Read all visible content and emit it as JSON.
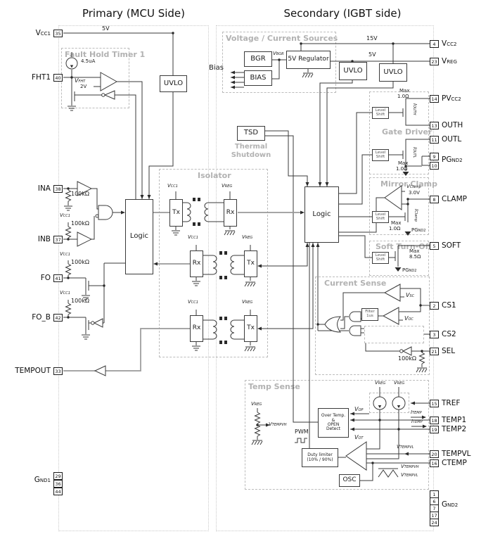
{
  "titles": {
    "primary": "Primary (MCU Side)",
    "secondary": "Secondary (IGBT side)"
  },
  "sections": {
    "fault_hold_timer": "Fault Hold Timer 1",
    "voltage_current_sources": "Voltage / Current Sources",
    "isolator": "Isolator",
    "gate_driver": "Gate Driver",
    "mirror_clamp": "Mirror Clamp",
    "soft_turn_off": "Soft Turn-Off",
    "current_sense": "Current Sense",
    "temp_sense": "Temp Sense",
    "thermal_shutdown": [
      "Thermal",
      "Shutdown"
    ]
  },
  "blocks": {
    "uvlo": "UVLO",
    "logic": "Logic",
    "bgr": "BGR",
    "bias": "BIAS",
    "regulator": "5V Regulator",
    "tsd": "TSD",
    "tx": "Tx",
    "rx": "Rx",
    "level_shift": [
      "Level",
      "Shift"
    ],
    "filter": [
      "Filter",
      "1us"
    ],
    "over_temp": [
      "Over Temp.",
      "&",
      "OPEN",
      "Detect"
    ],
    "duty_limiter": [
      "Duty limiter",
      "(10% / 90%)"
    ],
    "osc": "OSC"
  },
  "pins": {
    "vcc1": {
      "num": "35",
      "p": "V",
      "s": "CC1"
    },
    "fht1": {
      "num": "40",
      "p": "FHT1"
    },
    "ina": {
      "num": "38",
      "p": "INA"
    },
    "inb": {
      "num": "37",
      "p": "INB"
    },
    "fo": {
      "num": "41",
      "p": "FO"
    },
    "fo_b": {
      "num": "42",
      "p": "FO_B"
    },
    "tempout": {
      "num": "33",
      "p": "TEMPOUT"
    },
    "gnd1": {
      "nums": [
        "29",
        "36",
        "44"
      ],
      "p": "G",
      "s": "ND1"
    },
    "vcc2": {
      "num": "4",
      "p": "V",
      "s": "CC2"
    },
    "vreg": {
      "num": "23",
      "p": "V",
      "s": "REG"
    },
    "pvcc2": {
      "num": "14",
      "p": "PV",
      "s": "CC2"
    },
    "outh": {
      "num": "13",
      "p": "OUTH"
    },
    "outl": {
      "num": "11",
      "p": "OUTL"
    },
    "pgnd2": {
      "nums": [
        "9",
        "10"
      ],
      "p": "PG",
      "s": "ND2"
    },
    "clamp": {
      "num": "8",
      "p": "CLAMP"
    },
    "soft": {
      "num": "5",
      "p": "SOFT"
    },
    "cs1": {
      "num": "2",
      "p": "CS1"
    },
    "cs2": {
      "num": "3",
      "p": "CS2"
    },
    "sel": {
      "num": "21",
      "p": "SEL"
    },
    "tref": {
      "num": "15",
      "p": "TREF"
    },
    "temp1": {
      "num": "18",
      "p": "TEMP1"
    },
    "temp2": {
      "num": "19",
      "p": "TEMP2"
    },
    "tempvl": {
      "num": "20",
      "p": "TEMPVL"
    },
    "ctemp": {
      "num": "16",
      "p": "CTEMP"
    },
    "gnd2": {
      "nums": [
        "1",
        "6",
        "7",
        "17",
        "24"
      ],
      "p": "G",
      "s": "ND2"
    }
  },
  "labels": {
    "v5": "5V",
    "v15": "15V",
    "bias": "Bias",
    "i45": "4.5uA",
    "v2": "2V",
    "r100k": "100kΩ",
    "max": "Max",
    "r10": "1.0Ω",
    "r85": "8.5Ω",
    "v30": "3.0V",
    "pwm": "PWM",
    "vfht": {
      "p": "V",
      "s": "FHT"
    },
    "vbgr": {
      "p": "V",
      "s": "BGR"
    },
    "vcc1": {
      "p": "V",
      "s": "CC1"
    },
    "vreg": {
      "p": "V",
      "s": "REG"
    },
    "iouth": {
      "p": "I",
      "s": "OUTH"
    },
    "ioutl": {
      "p": "I",
      "s": "OUTL"
    },
    "iclamp": {
      "p": "I",
      "s": "Clamp"
    },
    "vclamp": {
      "p": "V",
      "s": "Clamp"
    },
    "pgnd2": {
      "p": "PG",
      "s": "ND2"
    },
    "vsc": {
      "p": "V",
      "s": "SC"
    },
    "voc": {
      "p": "V",
      "s": "OC"
    },
    "vop": {
      "p": "V",
      "s": "OP"
    },
    "vot": {
      "p": "V",
      "s": "OT"
    },
    "vtempvh": {
      "p": "V",
      "s": "TEMPVH"
    },
    "vtempvl": {
      "p": "V",
      "s": "TEMPVL"
    },
    "itemp": {
      "p": "I",
      "s": "TEMP"
    }
  }
}
